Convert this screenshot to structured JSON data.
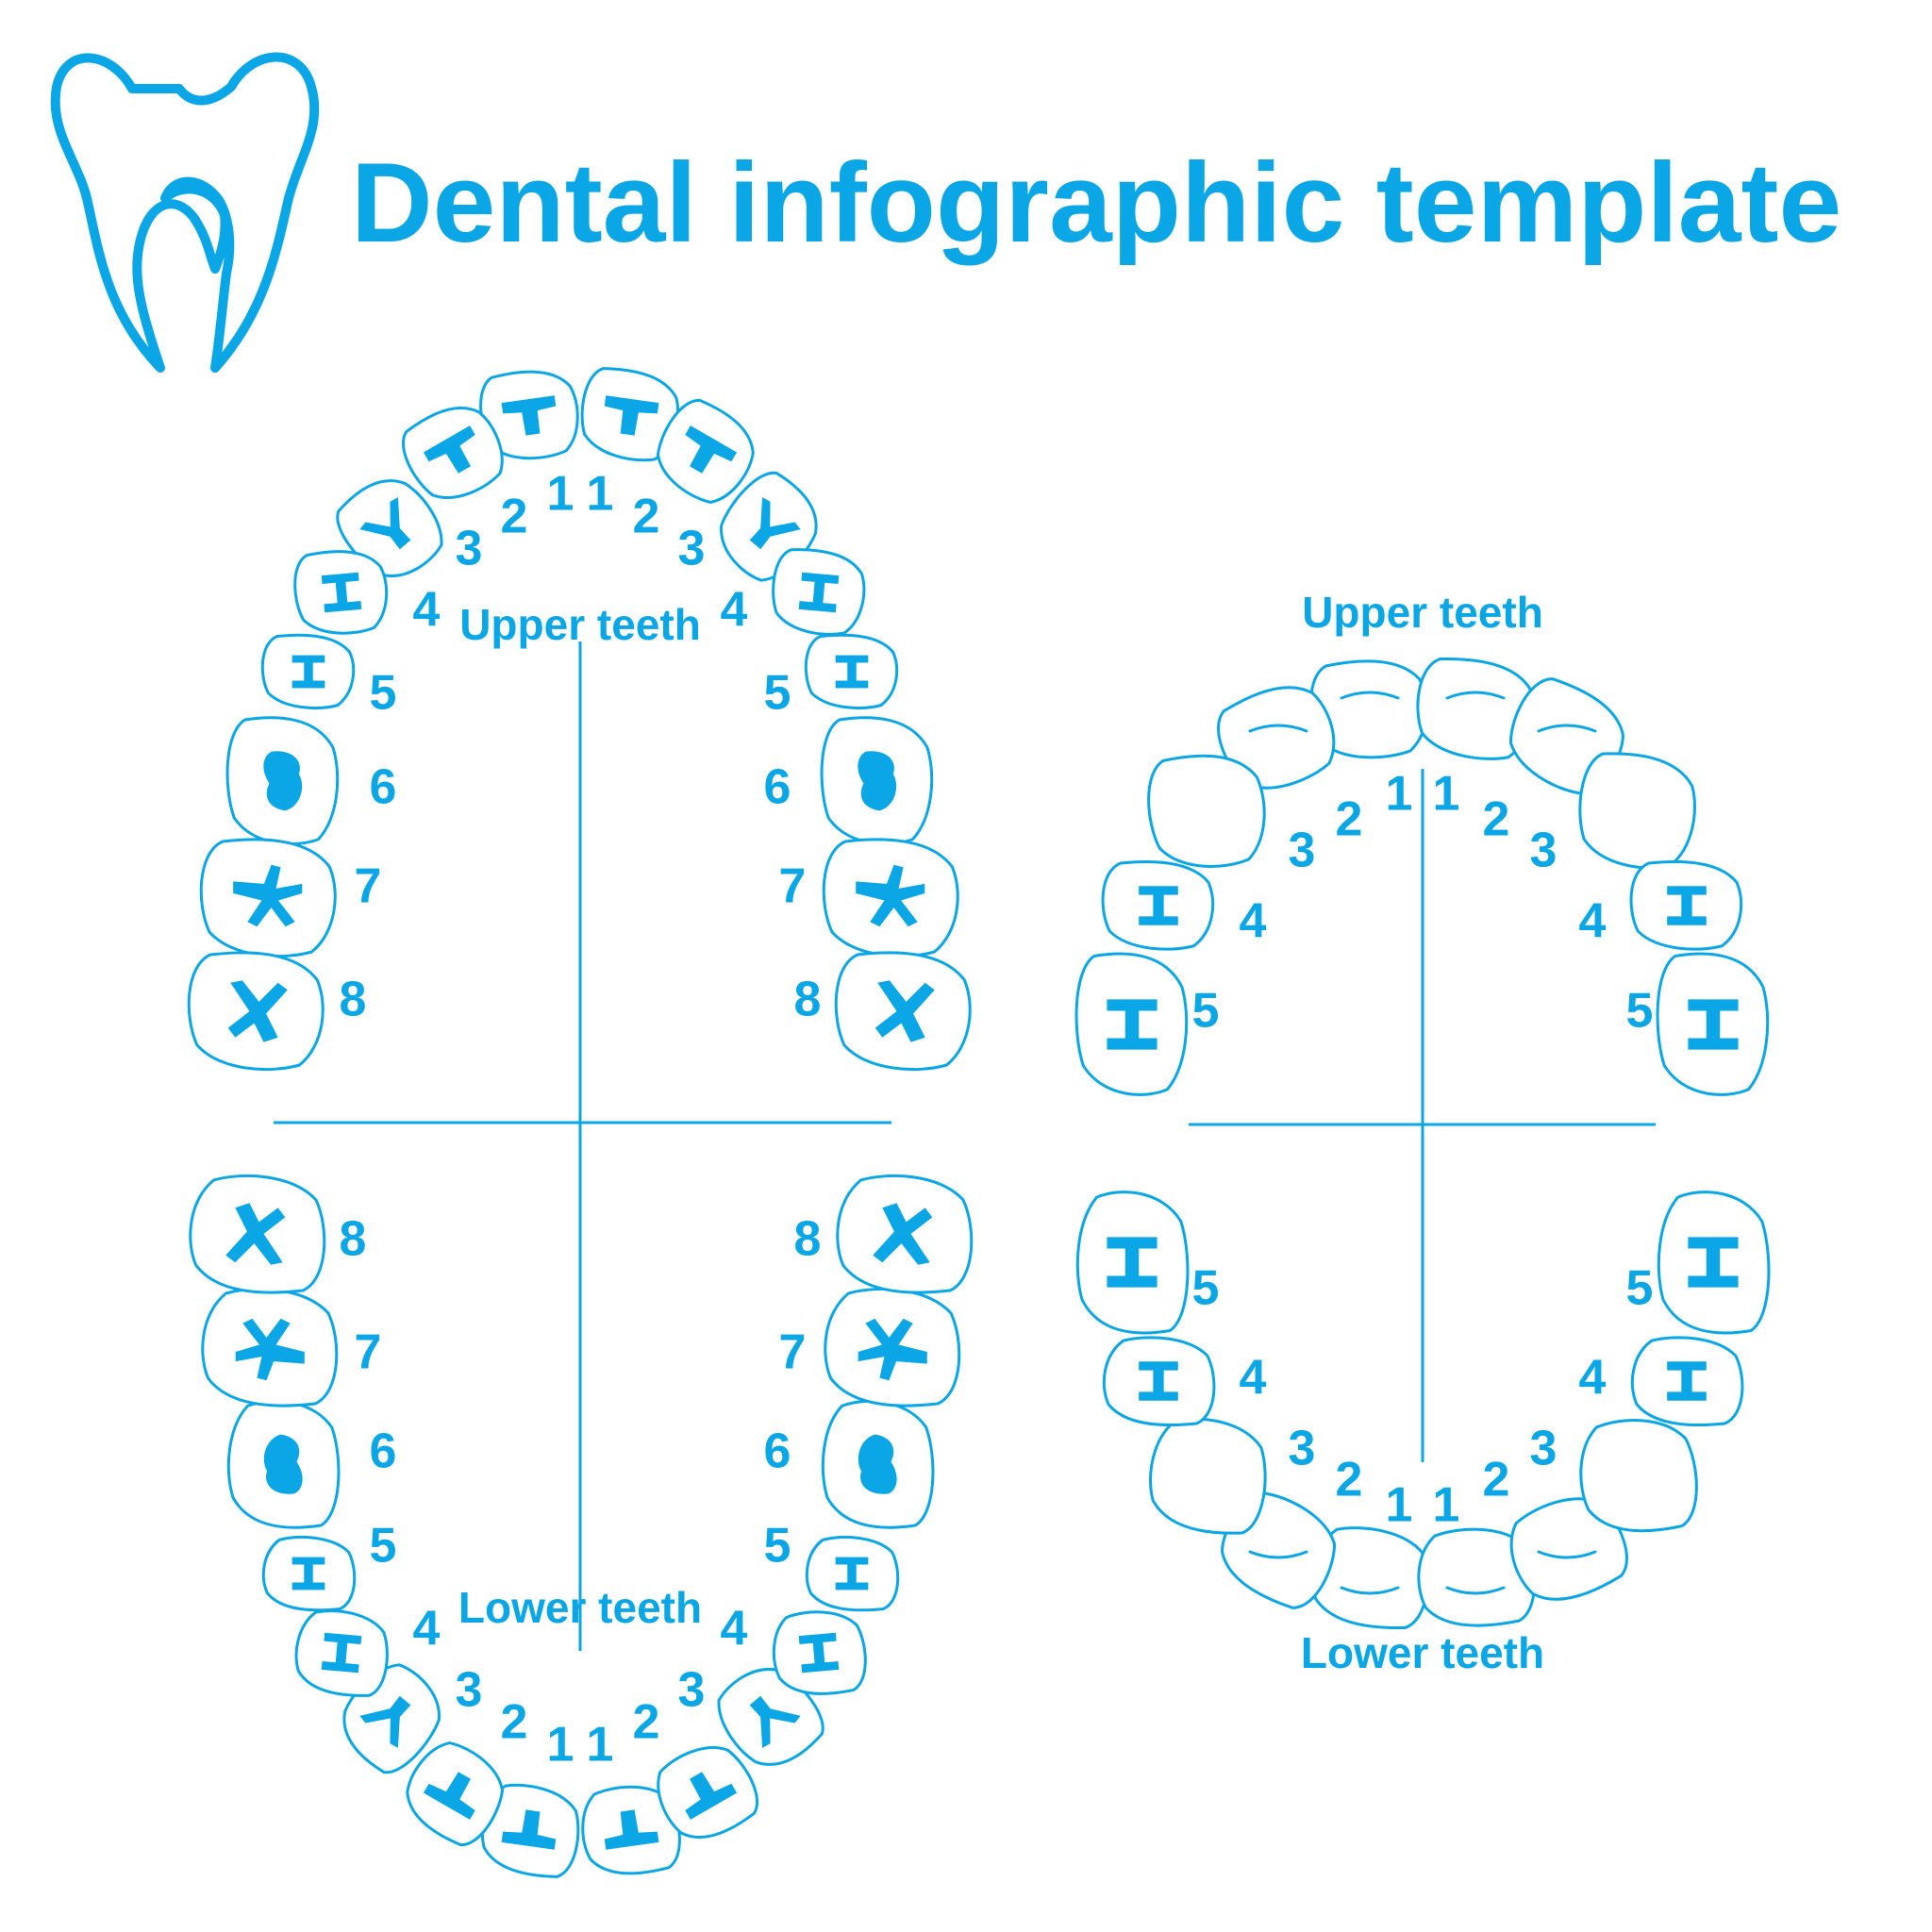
{
  "title": "Dental infographic template",
  "colors": {
    "primary": "#0ba6e6",
    "background": "#ffffff"
  },
  "logo": {
    "icon": "tooth-icon"
  },
  "adult_chart": {
    "upper_label": "Upper teeth",
    "lower_label": "Lower teeth",
    "numbers": [
      "1",
      "2",
      "3",
      "4",
      "5",
      "6",
      "7",
      "8"
    ]
  },
  "child_chart": {
    "upper_label": "Upper teeth",
    "lower_label": "Lower teeth",
    "numbers": [
      "1",
      "2",
      "3",
      "4",
      "5"
    ]
  }
}
